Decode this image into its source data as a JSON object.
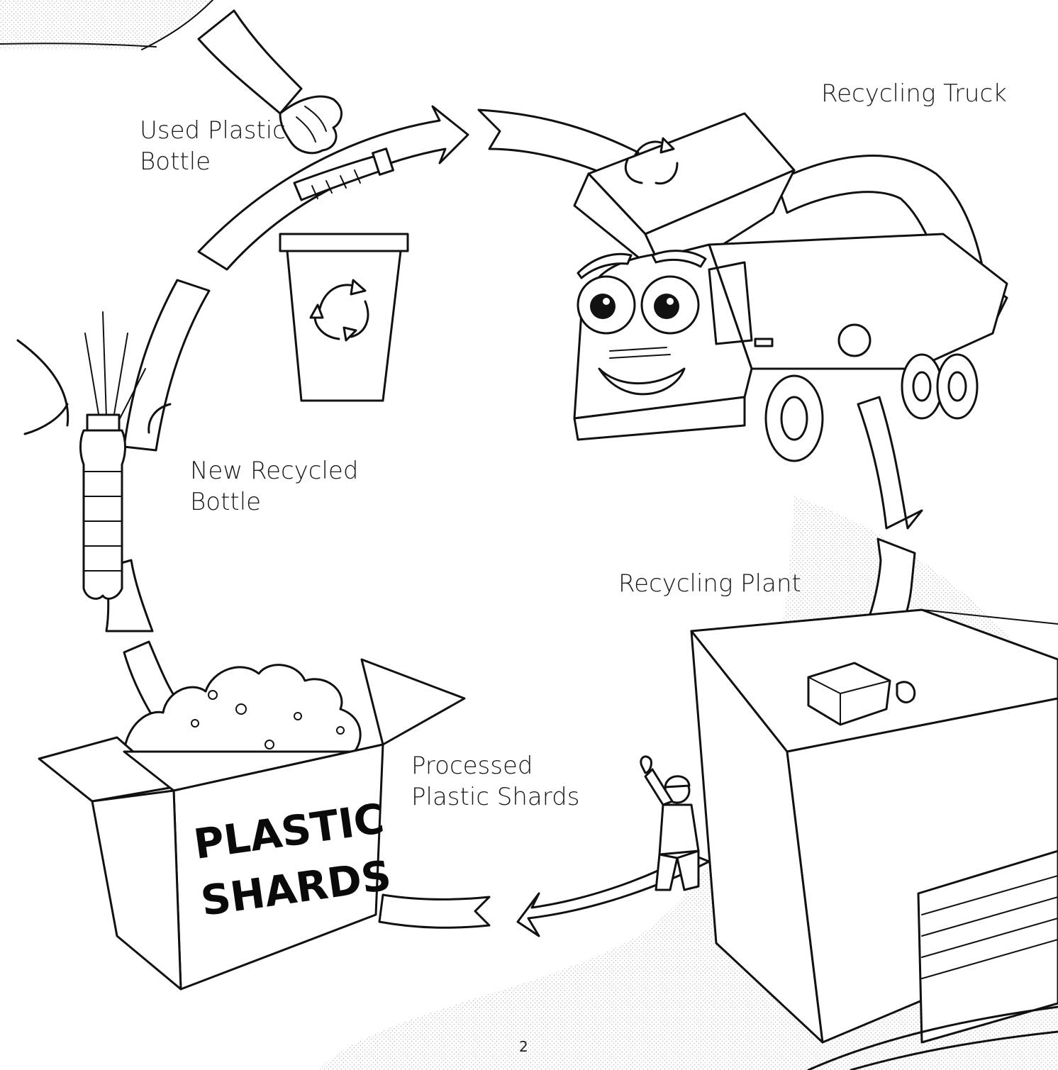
{
  "labels": {
    "used_bottle": [
      "Used Plastic",
      "Bottle"
    ],
    "truck": [
      "Recycling Truck"
    ],
    "plant": [
      "Recycling Plant"
    ],
    "shards": [
      "Processed",
      "Plastic Shards"
    ],
    "new_bottle": [
      "New Recycled",
      "Bottle"
    ]
  },
  "box_text": [
    "PLASTIC",
    "SHARDS"
  ],
  "page_number": "2",
  "colors": {
    "ink": "#111111",
    "paper": "#ffffff",
    "stipple": "#c8c8c8"
  },
  "icons": [
    "recycle-symbol-icon"
  ]
}
